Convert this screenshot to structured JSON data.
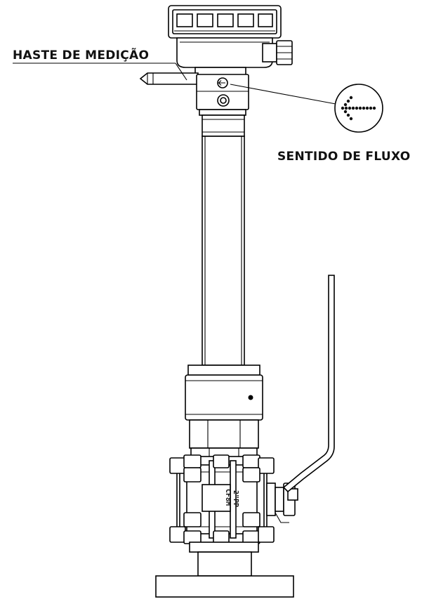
{
  "labels": {
    "measuring_rod": "HASTE DE MEDIÇÃO",
    "flow_direction": "SENTIDO DE FLUXO"
  },
  "valve_marking": {
    "line1": "2\"PP",
    "line2": "CF8M"
  },
  "colors": {
    "stroke": "#000000",
    "background": "#ffffff",
    "text": "#111111"
  }
}
